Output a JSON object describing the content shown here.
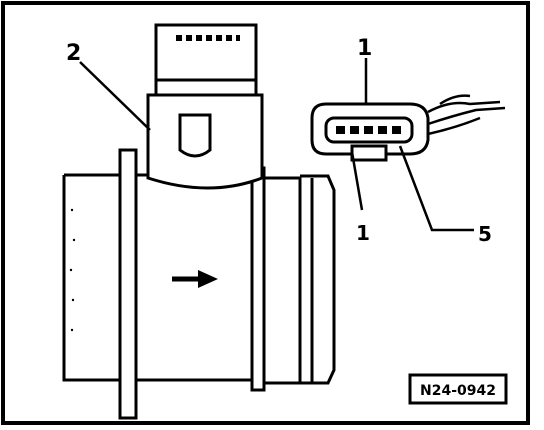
{
  "figure": {
    "reference_code": "N24-0942",
    "callouts": {
      "mass_air_flow_sensor": "2",
      "connector": "1",
      "pin_1": "1",
      "pin_5": "5"
    }
  },
  "colors": {
    "ink": "#000000",
    "paper": "#ffffff"
  }
}
